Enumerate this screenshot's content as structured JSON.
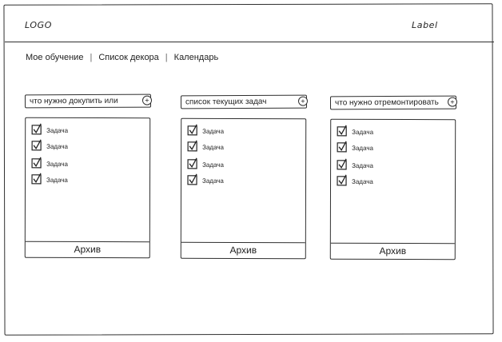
{
  "header": {
    "logo": "LOGO",
    "label": "Label"
  },
  "nav": {
    "items": [
      {
        "label": "Мое обучение"
      },
      {
        "label": "Список декора"
      },
      {
        "label": "Календарь"
      }
    ]
  },
  "columns": [
    {
      "title": "что нужно докупить или",
      "add_symbol": "+",
      "tasks": [
        {
          "label": "Задача",
          "checked": true
        },
        {
          "label": "Задача",
          "checked": true
        },
        {
          "label": "Задача",
          "checked": true
        },
        {
          "label": "Задача",
          "checked": true
        }
      ],
      "archive_label": "Архив"
    },
    {
      "title": "список текущих задач",
      "add_symbol": "+",
      "tasks": [
        {
          "label": "Задача",
          "checked": true
        },
        {
          "label": "Задача",
          "checked": true
        },
        {
          "label": "Задача",
          "checked": true
        },
        {
          "label": "Задача",
          "checked": true
        }
      ],
      "archive_label": "Архив"
    },
    {
      "title": "что нужно отремонтировать",
      "add_symbol": "+",
      "tasks": [
        {
          "label": "Задача",
          "checked": true
        },
        {
          "label": "Задача",
          "checked": true
        },
        {
          "label": "Задача",
          "checked": true
        },
        {
          "label": "Задача",
          "checked": true
        }
      ],
      "archive_label": "Архив"
    }
  ],
  "icons": {
    "checkbox": "checked-checkbox-icon",
    "add": "plus-circle-icon"
  }
}
